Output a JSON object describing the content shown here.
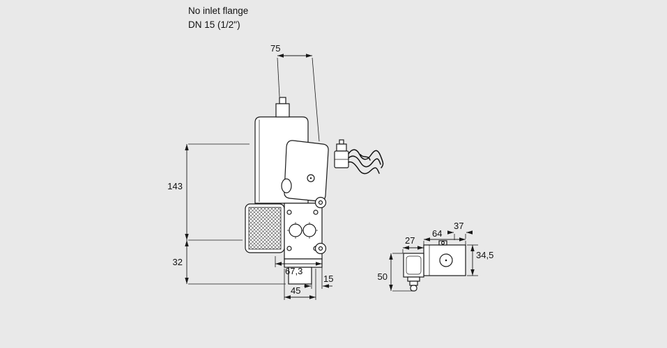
{
  "note": {
    "line1": "No inlet flange",
    "line2": "DN 15 (1/2\")"
  },
  "front": {
    "actuator_width": "75",
    "height_upper": "143",
    "height_lower": "32",
    "width_body": "67,3",
    "outlet_offset": "15",
    "flange_width": "45"
  },
  "side": {
    "coil_depth": "27",
    "body_width": "64",
    "top_width": "37",
    "body_height": "34,5",
    "height_total": "50"
  },
  "colors": {
    "background": "#e9e9e9",
    "line": "#1a1a1a",
    "fill": "#ffffff"
  }
}
